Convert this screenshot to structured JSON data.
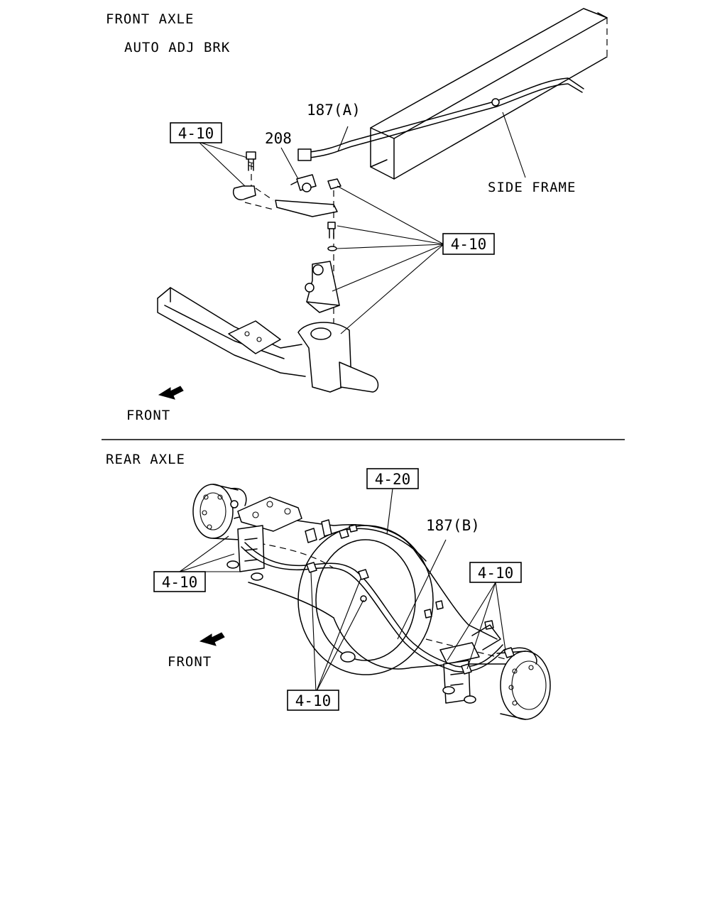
{
  "front": {
    "section_title": "FRONT AXLE",
    "subtitle": "AUTO ADJ BRK",
    "hose_label": "187(A)",
    "sensor_label": "208",
    "frame_label": "SIDE FRAME",
    "ref_left": "4-10",
    "ref_right": "4-10",
    "direction_label": "FRONT"
  },
  "rear": {
    "section_title": "REAR AXLE",
    "ref_top": "4-20",
    "hose_label": "187(B)",
    "ref_left": "4-10",
    "ref_right": "4-10",
    "ref_bottom": "4-10",
    "direction_label": "FRONT"
  }
}
